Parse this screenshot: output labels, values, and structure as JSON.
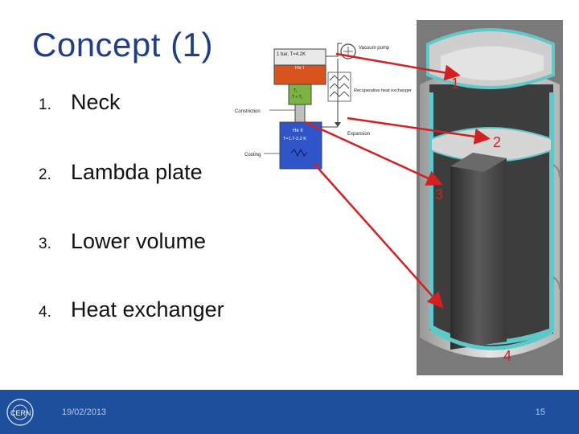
{
  "slide": {
    "title": "Concept (1)",
    "items": [
      {
        "number": "1.",
        "label": "Neck"
      },
      {
        "number": "2.",
        "label": "Lambda plate"
      },
      {
        "number": "3.",
        "label": "Lower volume"
      },
      {
        "number": "4.",
        "label": "Heat exchanger"
      }
    ]
  },
  "schematic": {
    "top_state": "1 bar, T=4.2K",
    "top_fluid": "He I",
    "mid_t1": "T₁",
    "mid_t2": "T < T₁",
    "bottom_fluid": "He II",
    "bottom_temp": "T=1.7-2.2 K",
    "vacuum_pump": "Vacuum pump",
    "recuperative": "Recuperative heat exchanger",
    "constriction": "Constriction",
    "expansion": "Expansion",
    "cooling": "Cooling"
  },
  "callouts": [
    "1",
    "2",
    "3",
    "4"
  ],
  "footer": {
    "date": "19/02/2013",
    "page": "15",
    "logo_text": "CERN"
  },
  "colors": {
    "title": "#1f3d8a",
    "footer_bg": "#1d4f9c",
    "arrow": "#d42020",
    "he1": "#d9531e",
    "he2": "#2f55c8",
    "neck": "#7cb342",
    "liner": "#5fc8c8"
  }
}
